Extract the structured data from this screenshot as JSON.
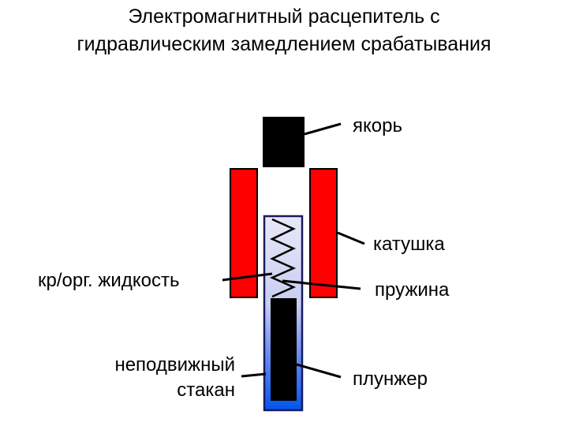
{
  "title": {
    "line1": "Электромагнитный расцепитель с",
    "line2": "гидравлическим замедлением срабатывания"
  },
  "labels": {
    "armature": "якорь",
    "coil": "катушка",
    "fluid": "кр/орг. жидкость",
    "spring": "пружина",
    "cup_line1": "неподвижный",
    "cup_line2": "стакан",
    "plunger": "плунжер"
  },
  "colors": {
    "armature": "#000000",
    "coil": "#ff0000",
    "cup_outline": "#1a1a5e",
    "cup_fill_top": "#e8e8f8",
    "cup_fill_bottom": "#0055ee",
    "plunger": "#000000"
  }
}
